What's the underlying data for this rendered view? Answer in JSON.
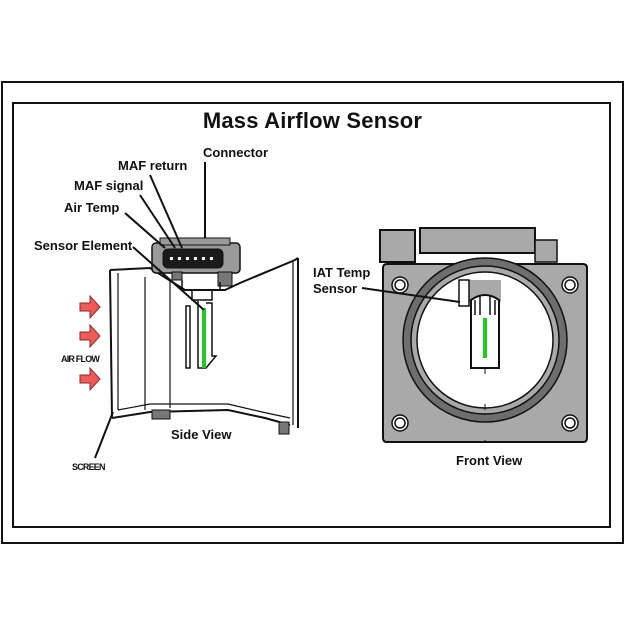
{
  "title": "Mass Airflow Sensor",
  "side_view": {
    "caption": "Side View",
    "labels": {
      "connector": "Connector",
      "maf_return": "MAF return",
      "maf_signal": "MAF signal",
      "air_temp": "Air Temp",
      "sensor_element": "Sensor Element",
      "air_flow": "AIR FLOW",
      "screen": "SCREEN"
    }
  },
  "front_view": {
    "caption": "Front View",
    "labels": {
      "iat_line1": "IAT Temp",
      "iat_line2": "Sensor"
    }
  },
  "colors": {
    "body_gray": "#a9a9a9",
    "dark_gray": "#6e6e6e",
    "line": "#111111",
    "sensor_green": "#22cc22",
    "arrow_red": "#ee5a5a"
  }
}
